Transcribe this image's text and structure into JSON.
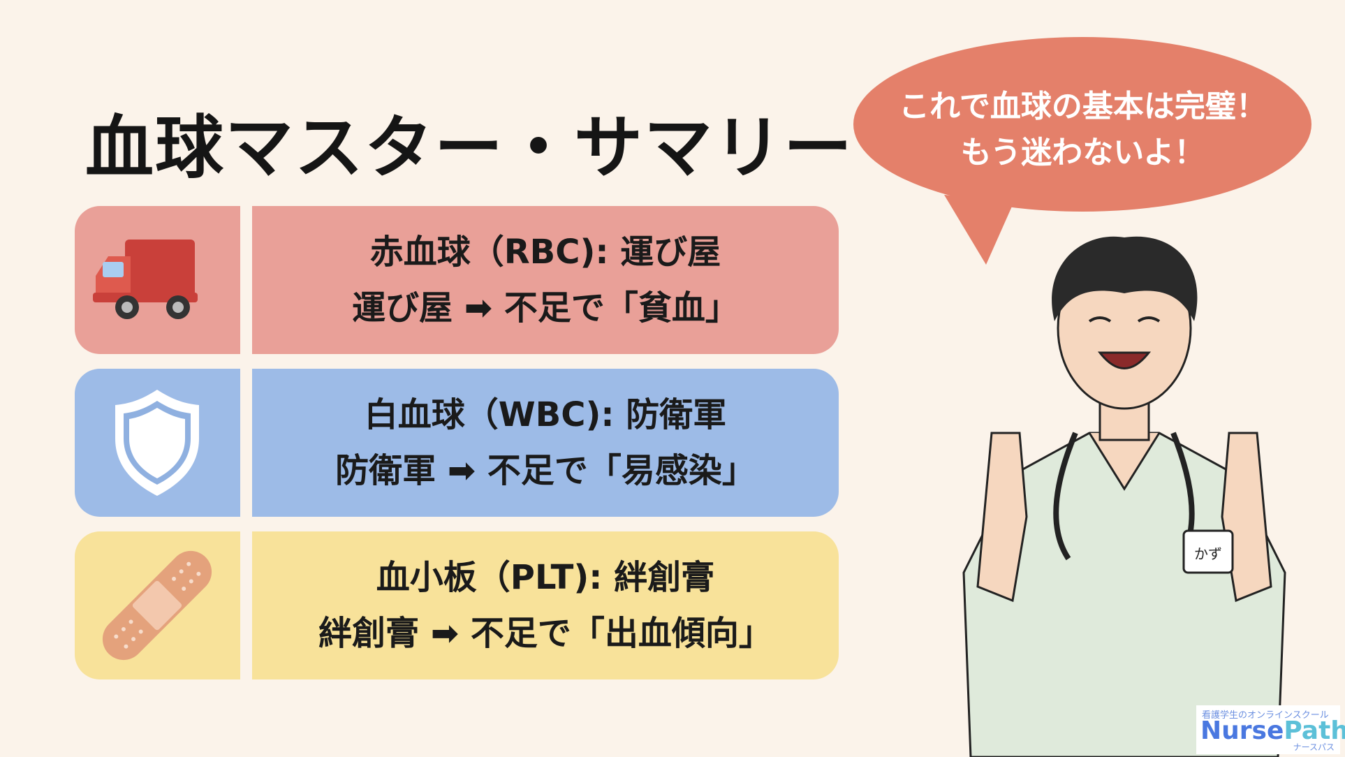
{
  "title": "血球マスター・サマリー",
  "speech_bubble": {
    "line1": "これで血球の基本は完璧！",
    "line2": "もう迷わないよ！"
  },
  "rows": [
    {
      "icon": "truck-icon",
      "line1": "赤血球（RBC): 運び屋",
      "line2": "運び屋 ➡ 不足で「貧血」",
      "color": "#e9a098"
    },
    {
      "icon": "shield-icon",
      "line1": "白血球（WBC): 防衛軍",
      "line2": "防衛軍 ➡ 不足で「易感染」",
      "color": "#9dbbe7"
    },
    {
      "icon": "bandage-icon",
      "line1": "血小板（PLT): 絆創膏",
      "line2": "絆創膏 ➡ 不足で「出血傾向」",
      "color": "#f8e29a"
    }
  ],
  "character_badge": "かず",
  "logo": {
    "tagline": "看護学生のオンラインスクール",
    "name_part1": "Nurse",
    "name_part2": "Path+",
    "kana": "ナースパス"
  }
}
